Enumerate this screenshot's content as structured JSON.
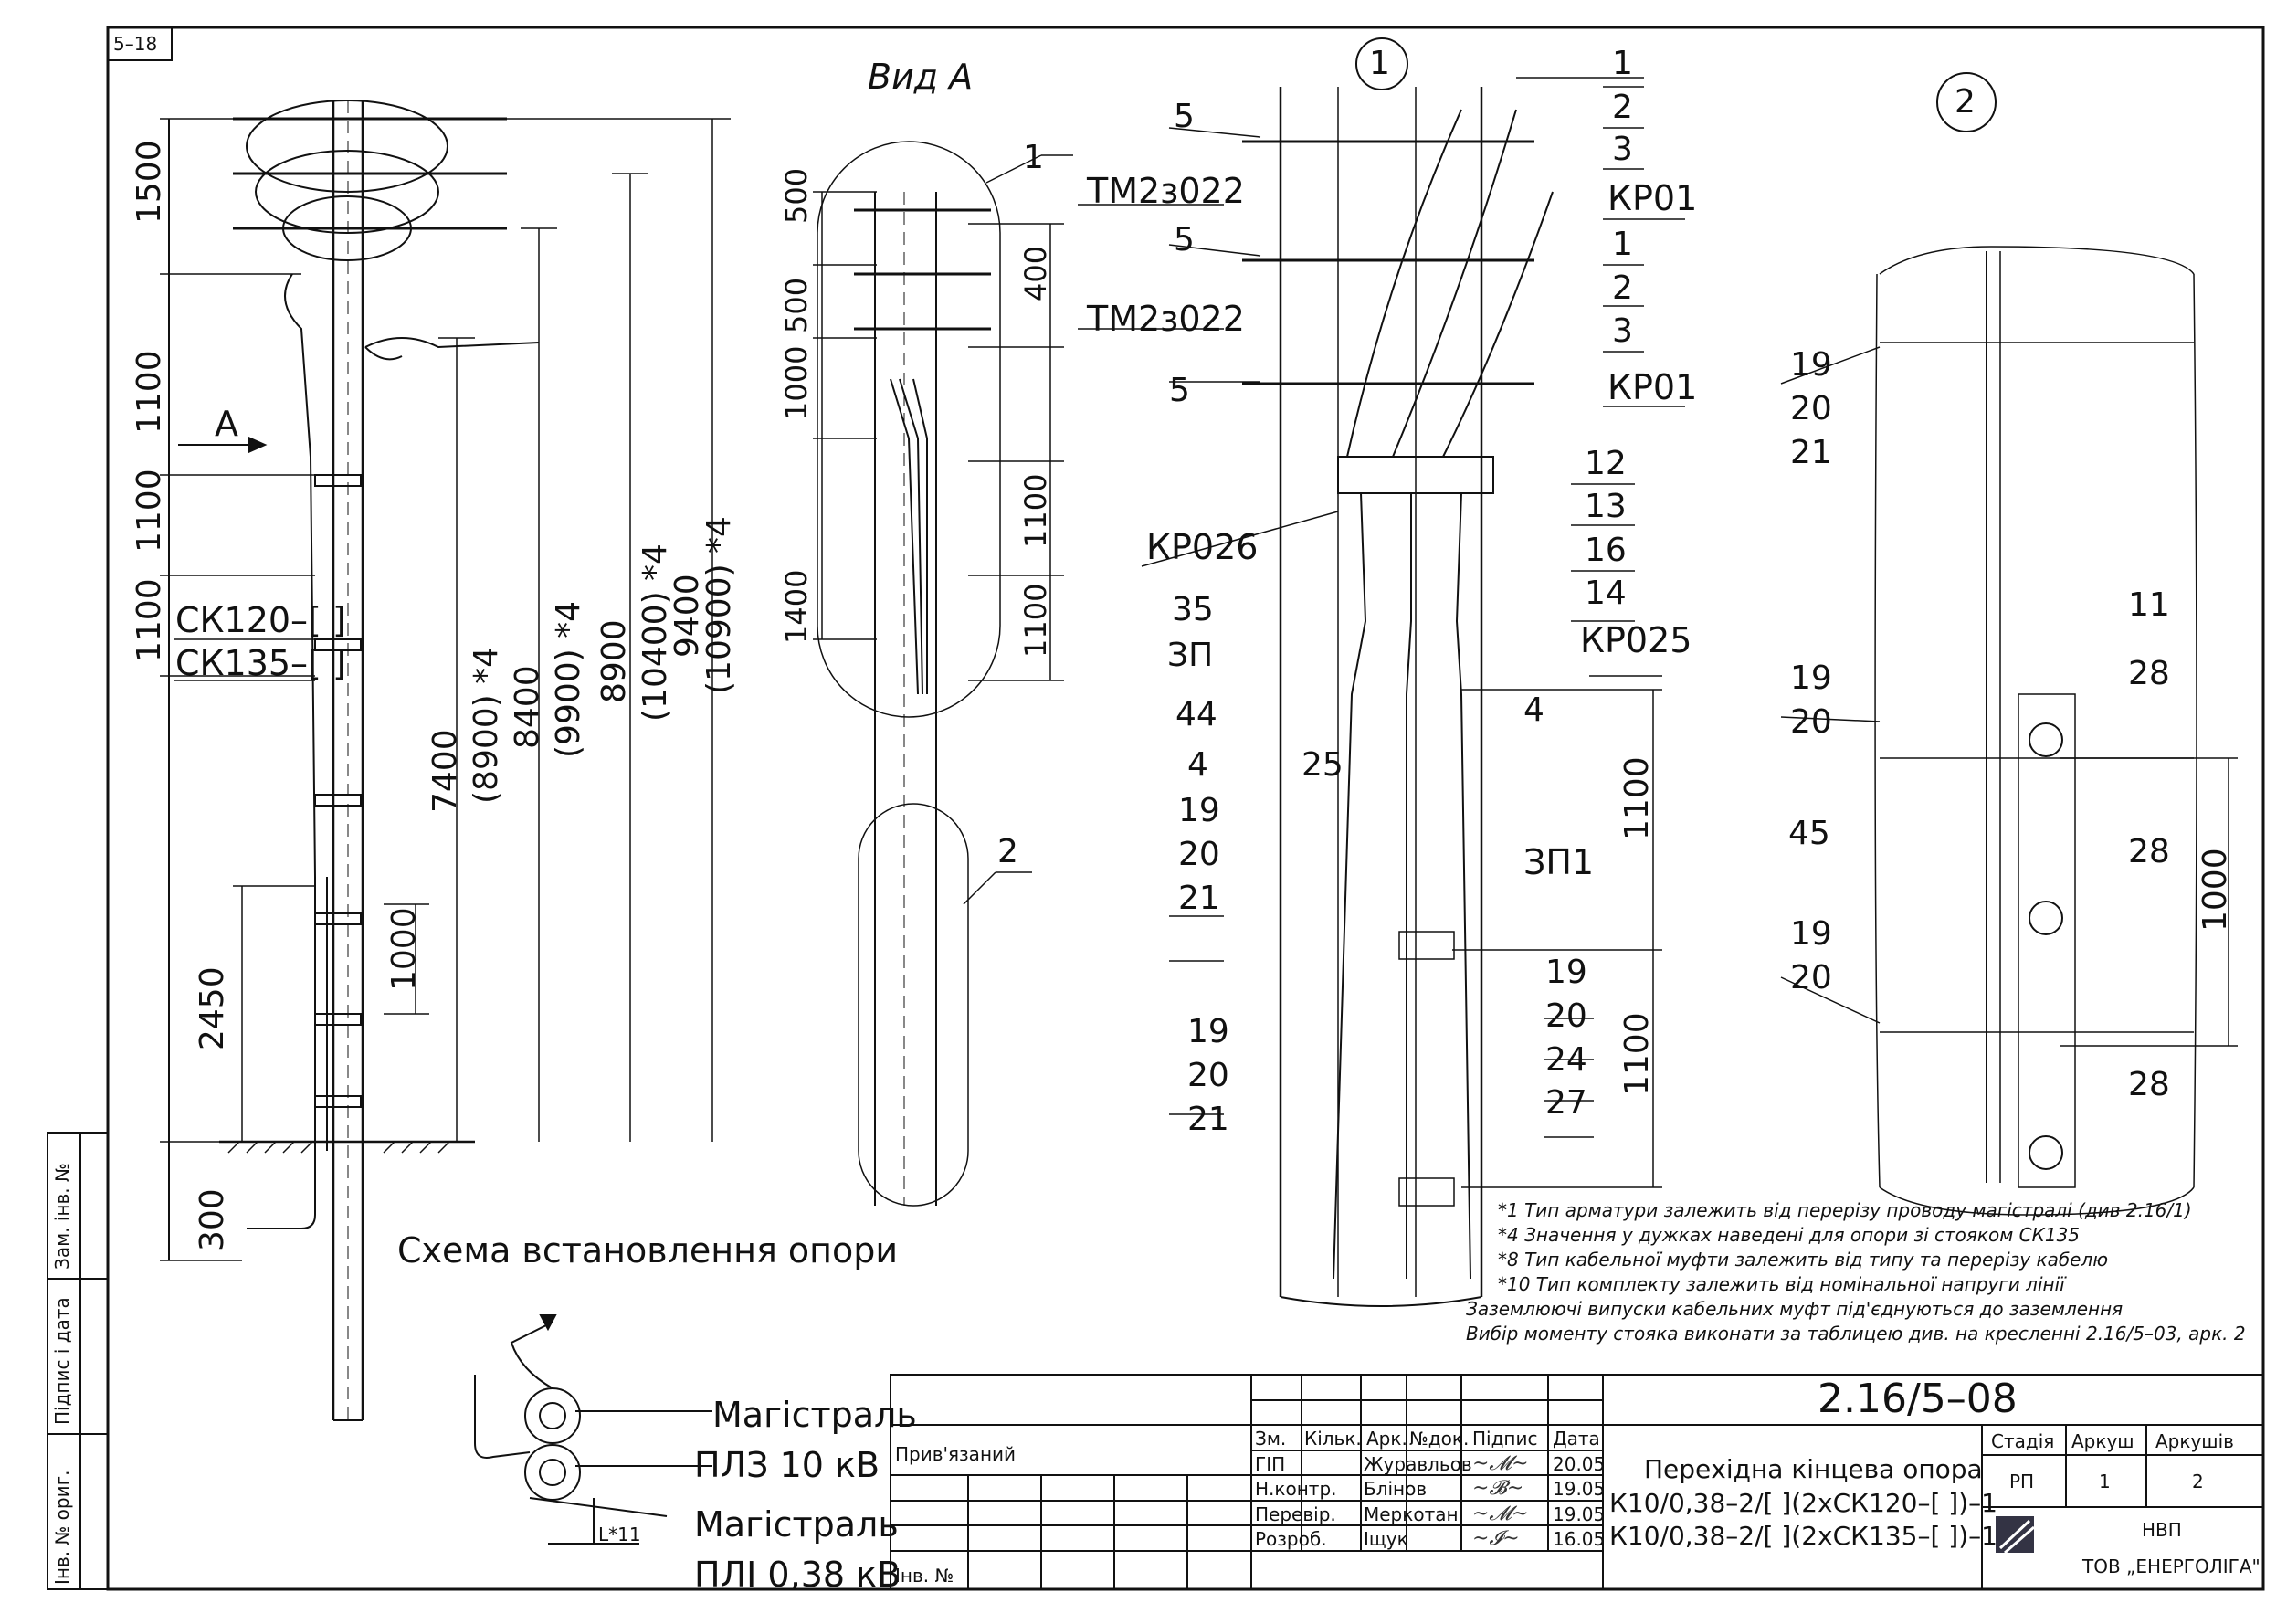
{
  "sheet": {
    "code": "5–18",
    "view_a": "Вид А",
    "circle1": "1",
    "circle2": "2",
    "scheme_title": "Схема встановлення опори",
    "arrow_a": "A"
  },
  "left_elevation": {
    "dims": [
      "1500",
      "1100",
      "1100",
      "1100",
      "2450",
      "1000",
      "300"
    ],
    "types": [
      "СК120–[ ]",
      "СК135–[ ]"
    ],
    "heights": [
      "7400",
      "(8900) *4",
      "8400",
      "(9900) *4",
      "8900",
      "(10400) *4",
      "9400",
      "(10900) *4"
    ]
  },
  "view_a_dims": {
    "left": [
      "500",
      "500",
      "1000",
      "1400"
    ],
    "right": [
      "400",
      "1100",
      "1100"
    ],
    "leaders": [
      "1",
      "2"
    ]
  },
  "detail1": {
    "labels_left": [
      "5",
      "ТМ2з022",
      "5",
      "ТМ2з022",
      "5",
      "КР026",
      "35",
      "ЗП",
      "44",
      "4",
      "25"
    ],
    "stack_top": [
      "1",
      "2",
      "3"
    ],
    "kr01": "КР01",
    "stack_mid": [
      "1",
      "2",
      "3"
    ],
    "kr01_2": "КР01",
    "stack_12": [
      "12",
      "13",
      "16"
    ],
    "l14": "14",
    "kr025": "КР025",
    "l4": "4",
    "zp1": "ЗП1",
    "stack_19a": [
      "19",
      "20",
      "21"
    ],
    "stack_19b": [
      "19",
      "20",
      "21"
    ],
    "stack_19c": [
      "19",
      "20",
      "24",
      "27"
    ],
    "dims": [
      "1100",
      "1100"
    ]
  },
  "detail2": {
    "stack_a": [
      "19",
      "20",
      "21"
    ],
    "stack_b": [
      "19",
      "20"
    ],
    "l45": "45",
    "stack_c": [
      "19",
      "20"
    ],
    "l11": "11",
    "l28": [
      "28",
      "28",
      "28"
    ],
    "dim": "1000"
  },
  "scheme": {
    "line1": "Магістраль",
    "line1b": "ПЛЗ 10 кВ",
    "line2": "Магістраль",
    "line2b": "ПЛІ 0,38 кВ",
    "ldim": "L*11"
  },
  "notes": [
    "*1 Тип арматури залежить від перерізу проводу магістралі (див 2.16/1)",
    "*4 Значення у дужках наведені для опори зі стояком СК135",
    "*8 Тип кабельної муфти залежить від типу та перерізу кабелю",
    "*10 Тип комплекту залежить від номінальної напруги лінії",
    "Заземлюючі випуски кабельних муфт під'єднуються до заземлення",
    "Вибір моменту стояка виконати за таблицею див. на кресленні 2.16/5–03, арк. 2"
  ],
  "side_stamp": [
    "Інв. № ориг.",
    "Підпис і дата",
    "Зам. інв. №"
  ],
  "title_block": {
    "doc_code": "2.16/5–08",
    "tied": "Прив'язаний",
    "inv": "Інв. №",
    "headers": [
      "Зм.",
      "Кільк.",
      "Арк.",
      "№док.",
      "Підпис",
      "Дата"
    ],
    "rows": [
      {
        "role": "ГІП",
        "name": "Журавльов",
        "date": "20.05"
      },
      {
        "role": "Н.контр.",
        "name": "Блінов",
        "date": "19.05"
      },
      {
        "role": "Перевір.",
        "name": "Меркотан",
        "date": "19.05"
      },
      {
        "role": "Розроб.",
        "name": "Іщук",
        "date": "16.05"
      }
    ],
    "name_line1": "Перехідна кінцева опора",
    "name_line2": "К10/0,38–2/[ ](2хСК120–[ ])–1",
    "name_line3": "К10/0,38–2/[ ](2хСК135–[ ])–1",
    "stage_h": "Стадія",
    "sheet_h": "Аркуш",
    "sheets_h": "Аркушів",
    "stage": "РП",
    "sheet": "1",
    "sheets": "2",
    "org1": "НВП",
    "org2": "ТОВ „ЕНЕРГОЛІГА\""
  }
}
